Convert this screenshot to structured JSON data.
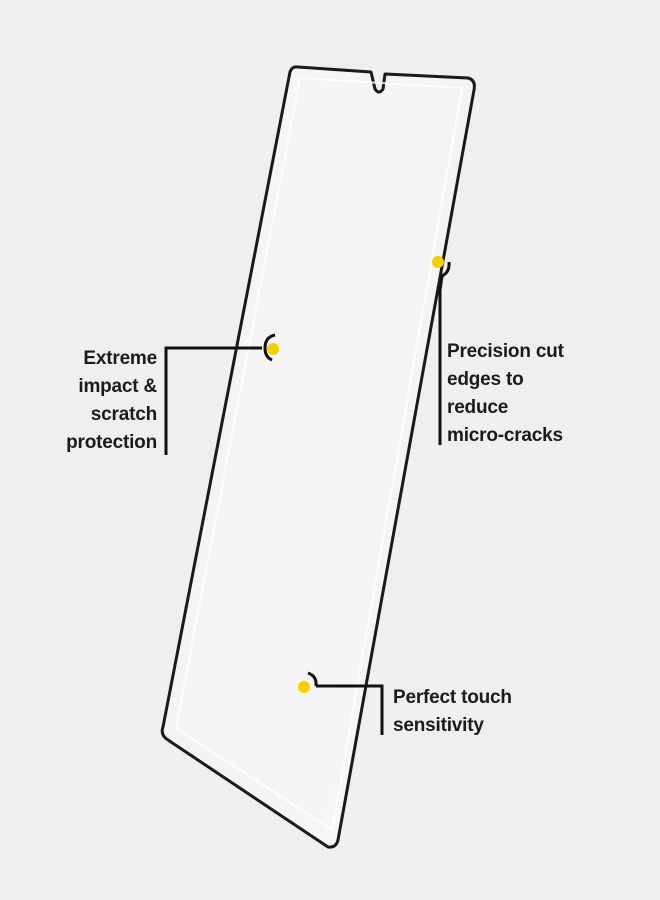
{
  "callouts": {
    "impact": {
      "lines": [
        "Extreme",
        "impact &",
        "scratch",
        "protection"
      ]
    },
    "edges": {
      "lines": [
        "Precision cut",
        "edges to",
        "reduce",
        "micro-cracks"
      ]
    },
    "touch": {
      "lines": [
        "Perfect touch",
        "sensitivity"
      ]
    }
  },
  "colors": {
    "background": "#efefef",
    "glass_fill": "#f6f6f6",
    "glass_border": "#1a1a1a",
    "callout_dot": "#f5d000",
    "callout_line": "#111111",
    "text": "#1b1b1b"
  }
}
